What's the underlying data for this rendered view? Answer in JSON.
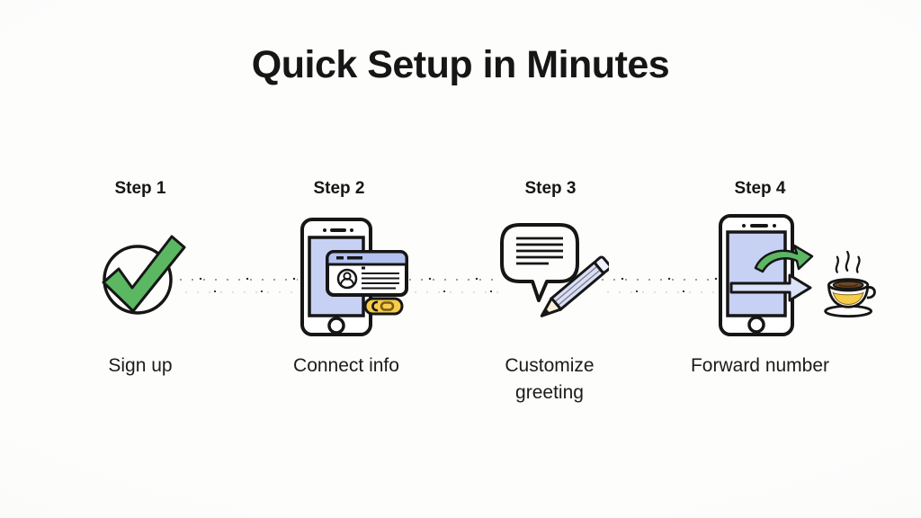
{
  "title": "Quick Setup in Minutes",
  "steps": [
    {
      "header": "Step 1",
      "label": "Sign up",
      "icon": "check-circle-icon"
    },
    {
      "header": "Step 2",
      "label": "Connect info",
      "icon": "phone-contact-card-icon"
    },
    {
      "header": "Step 3",
      "label": "Customize greeting",
      "icon": "speech-bubble-pencil-icon"
    },
    {
      "header": "Step 4",
      "label": "Forward number",
      "icon": "phone-forward-arrow-icon"
    }
  ],
  "decorations": {
    "connector": "dotted-line",
    "extra_icon": "coffee-cup-icon"
  },
  "colors": {
    "ink": "#161616",
    "green": "#5cb763",
    "periwinkle": "#c7d1f4",
    "periwinkle_dark": "#b3c1f0",
    "pencil": "#d9def5",
    "arrow_fill": "#dbe3f8",
    "yellow": "#f6cd4b",
    "coffee": "#6f4a21"
  }
}
